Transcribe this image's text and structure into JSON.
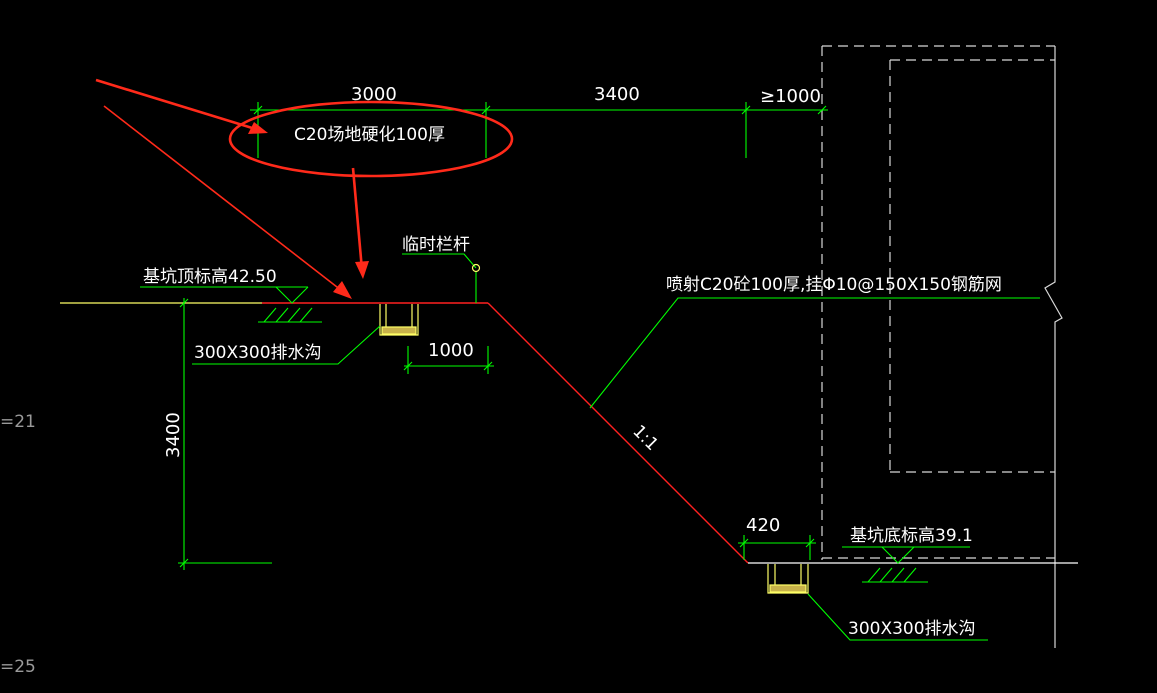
{
  "dimensions": {
    "top_left": "3000",
    "top_middle": "3400",
    "top_right": "≥1000",
    "ditch_width": "1000",
    "height": "3400",
    "bottom_ditch": "420"
  },
  "labels": {
    "surface_hardening": "C20场地硬化100厚",
    "railing": "临时栏杆",
    "top_elevation": "基坑顶标高42.50",
    "top_drain": "300X300排水沟",
    "slope_protection": "喷射C20砼100厚,挂Φ10@150X150钢筋网",
    "slope_ratio": "1:1",
    "bottom_elevation": "基坑底标高39.1",
    "bottom_drain": "300X300排水沟"
  },
  "edge_marks": {
    "mark_1": "=21",
    "mark_2": "=25"
  },
  "colors": {
    "background": "#000000",
    "dimension_line": "#00ff00",
    "slope_line": "#ff2020",
    "ground_line": "#ffff66",
    "annotation_arrow": "#ff2a1a",
    "structure_dashed": "#d8d8d8"
  }
}
